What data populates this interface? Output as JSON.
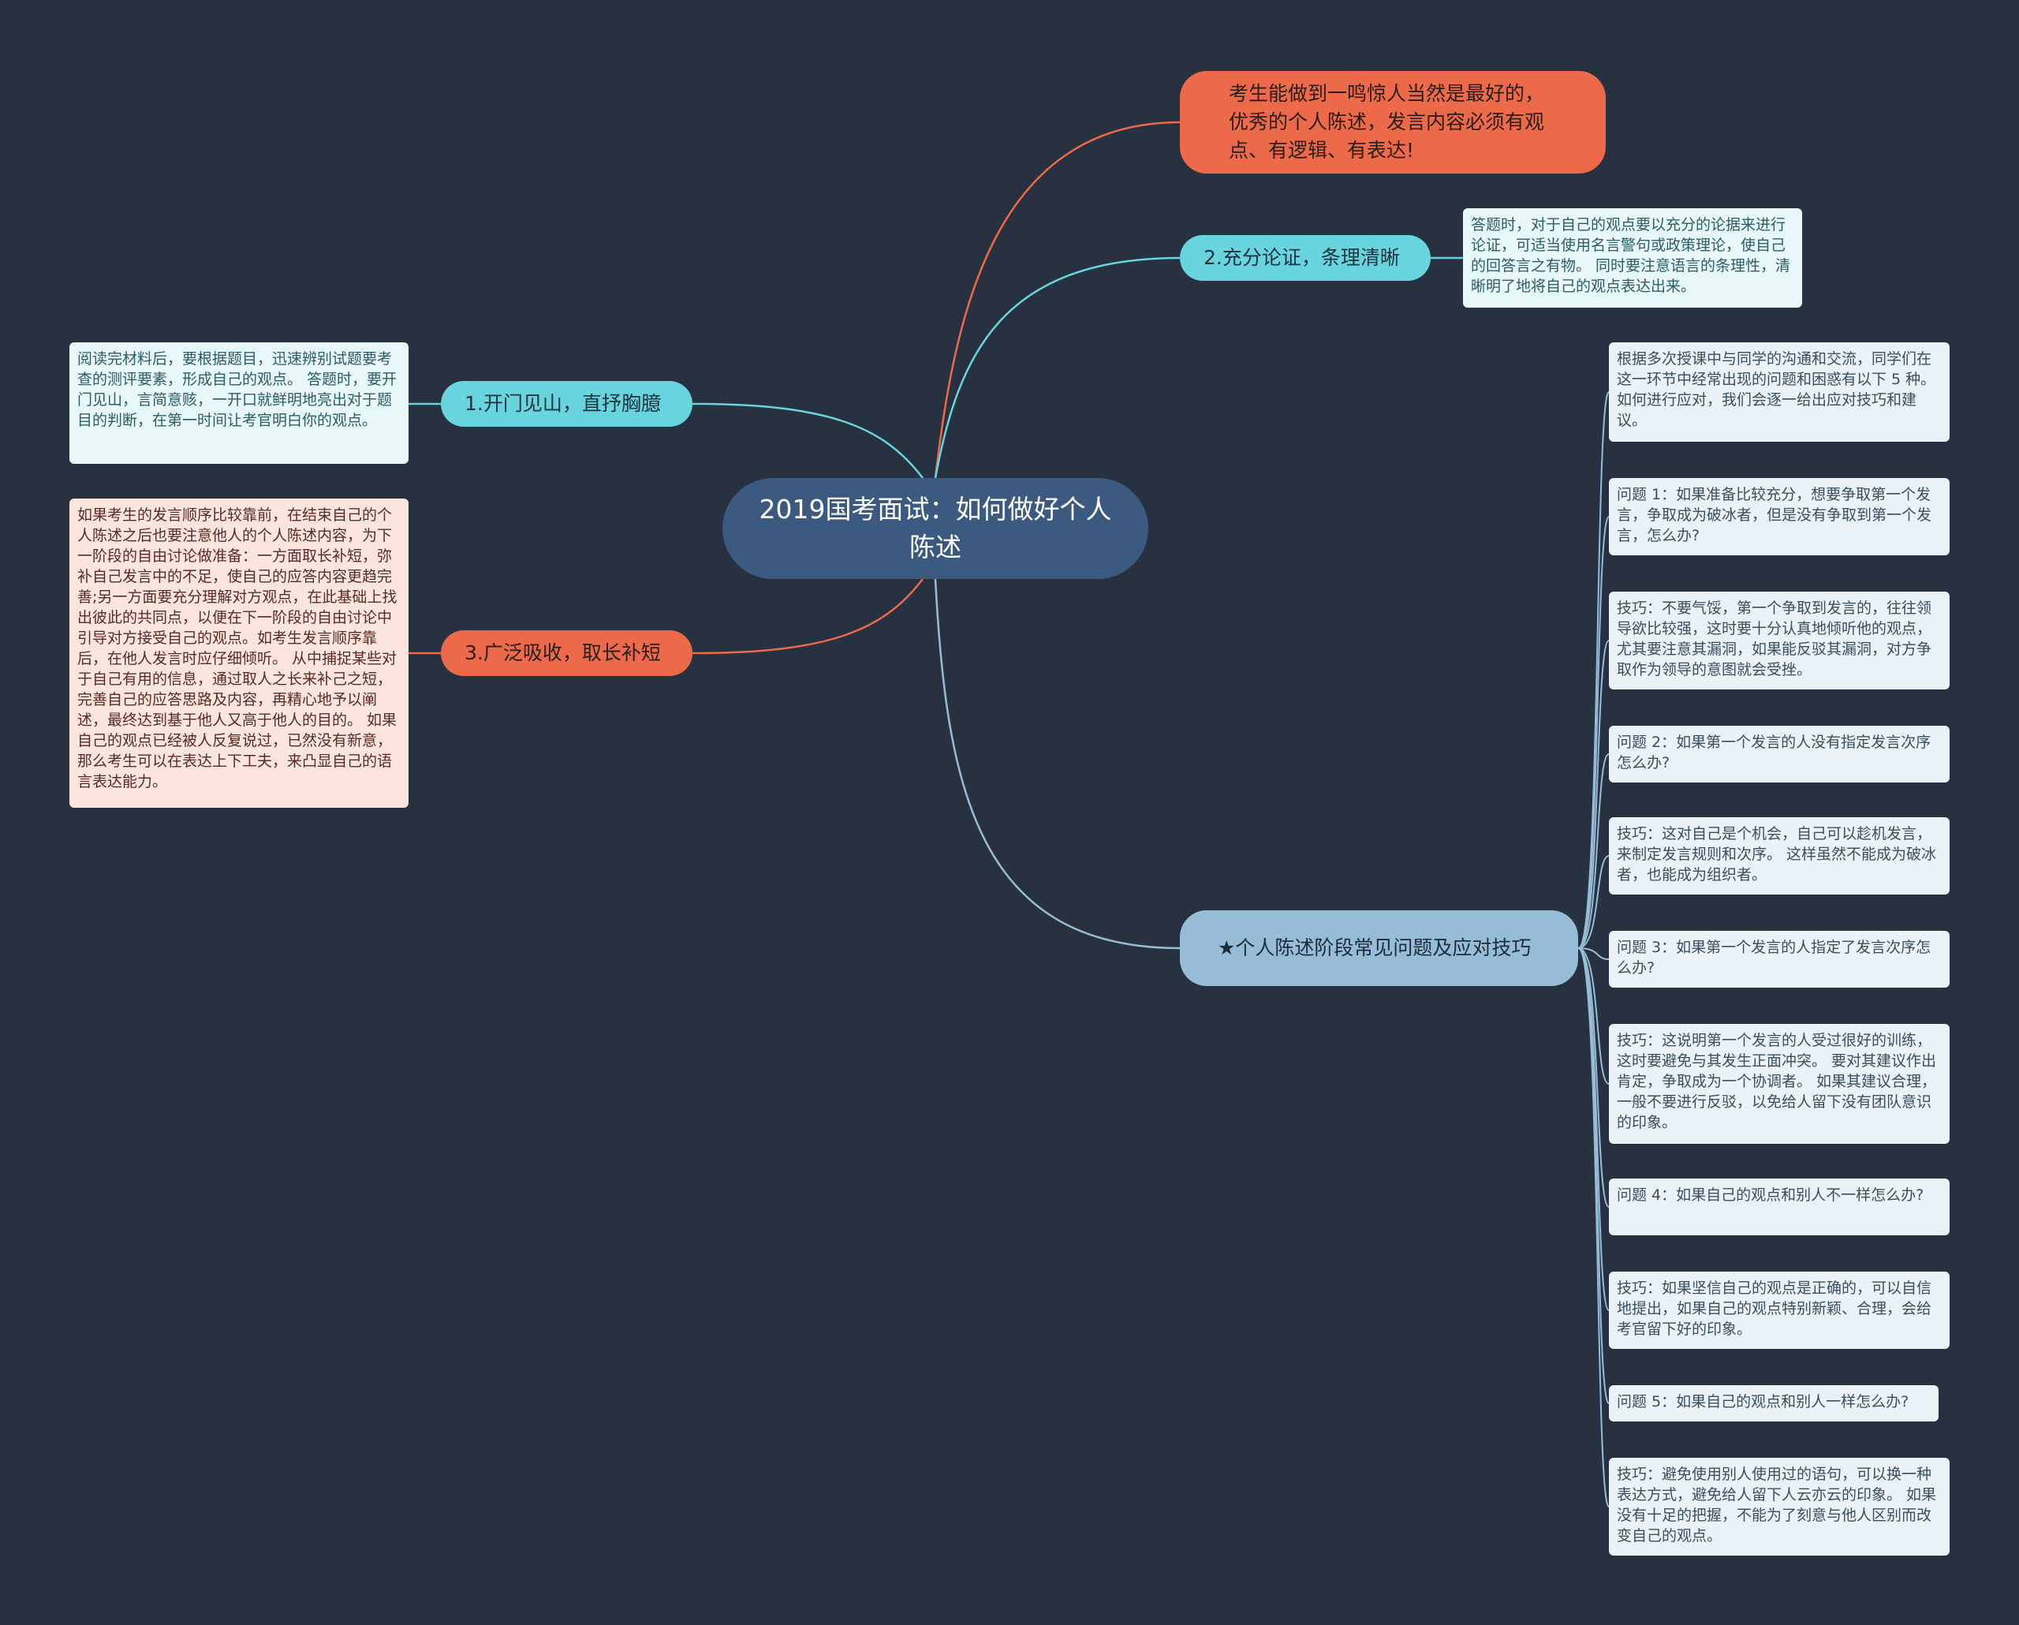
{
  "center": {
    "title": "2019国考面试：如何做好个人陈述"
  },
  "branches": {
    "intro": {
      "text": "考生能做到一鸣惊人当然是最好的，优秀的个人陈述，发言内容必须有观点、有逻辑、有表达!"
    },
    "b2": {
      "label": "2.充分论证，条理清晰",
      "detail": "答题时，对于自己的观点要以充分的论据来进行论证，可适当使用名言警句或政策理论，使自己的回答言之有物。 同时要注意语言的条理性，清晰明了地将自己的观点表达出来。"
    },
    "b1": {
      "label": "1.开门见山，直抒胸臆",
      "detail": "阅读完材料后，要根据题目，迅速辨别试题要考查的测评要素，形成自己的观点。 答题时，要开门见山，言简意赅，一开口就鲜明地亮出对于题目的判断，在第一时间让考官明白你的观点。"
    },
    "b3": {
      "label": "3.广泛吸收，取长补短",
      "detail": "如果考生的发言顺序比较靠前，在结束自己的个人陈述之后也要注意他人的个人陈述内容，为下一阶段的自由讨论做准备：一方面取长补短，弥补自己发言中的不足，使自己的应答内容更趋完善;另一方面要充分理解对方观点，在此基础上找出彼此的共同点，以便在下一阶段的自由讨论中引导对方接受自己的观点。如考生发言顺序靠后，在他人发言时应仔细倾听。 从中捕捉某些对于自己有用的信息，通过取人之长来补己之短，完善自己的应答思路及内容，再精心地予以阐述，最终达到基于他人又高于他人的目的。 如果自己的观点已经被人反复说过，已然没有新意，那么考生可以在表达上下工夫，来凸显自己的语言表达能力。"
    },
    "b4": {
      "label": "★个人陈述阶段常见问题及应对技巧",
      "items": [
        "根据多次授课中与同学的沟通和交流，同学们在这一环节中经常出现的问题和困惑有以下 5 种。 如何进行应对，我们会逐一给出应对技巧和建议。",
        "问题 1：如果准备比较充分，想要争取第一个发言，争取成为破冰者，但是没有争取到第一个发言，怎么办?",
        "技巧：不要气馁，第一个争取到发言的，往往领导欲比较强，这时要十分认真地倾听他的观点，尤其要注意其漏洞，如果能反驳其漏洞，对方争取作为领导的意图就会受挫。",
        "问题 2：如果第一个发言的人没有指定发言次序怎么办?",
        "技巧：这对自己是个机会，自己可以趁机发言，来制定发言规则和次序。 这样虽然不能成为破冰者，也能成为组织者。",
        "问题 3：如果第一个发言的人指定了发言次序怎么办?",
        "技巧：这说明第一个发言的人受过很好的训练，这时要避免与其发生正面冲突。 要对其建议作出肯定，争取成为一个协调者。 如果其建议合理，一般不要进行反驳，以免给人留下没有团队意识的印象。",
        "问题 4：如果自己的观点和别人不一样怎么办?",
        "技巧：如果坚信自己的观点是正确的，可以自信地提出，如果自己的观点特别新颖、合理，会给考官留下好的印象。",
        "问题 5：如果自己的观点和别人一样怎么办?",
        "技巧：避免使用别人使用过的语句，可以换一种表达方式，避免给人留下人云亦云的印象。 如果没有十足的把握，不能为了刻意与他人区别而改变自己的观点。"
      ]
    }
  },
  "colors": {
    "background": "#283140",
    "center": "#3c5a80",
    "orange": "#ec6a4a",
    "cyan": "#67d4de",
    "blue": "#97bdd6"
  }
}
